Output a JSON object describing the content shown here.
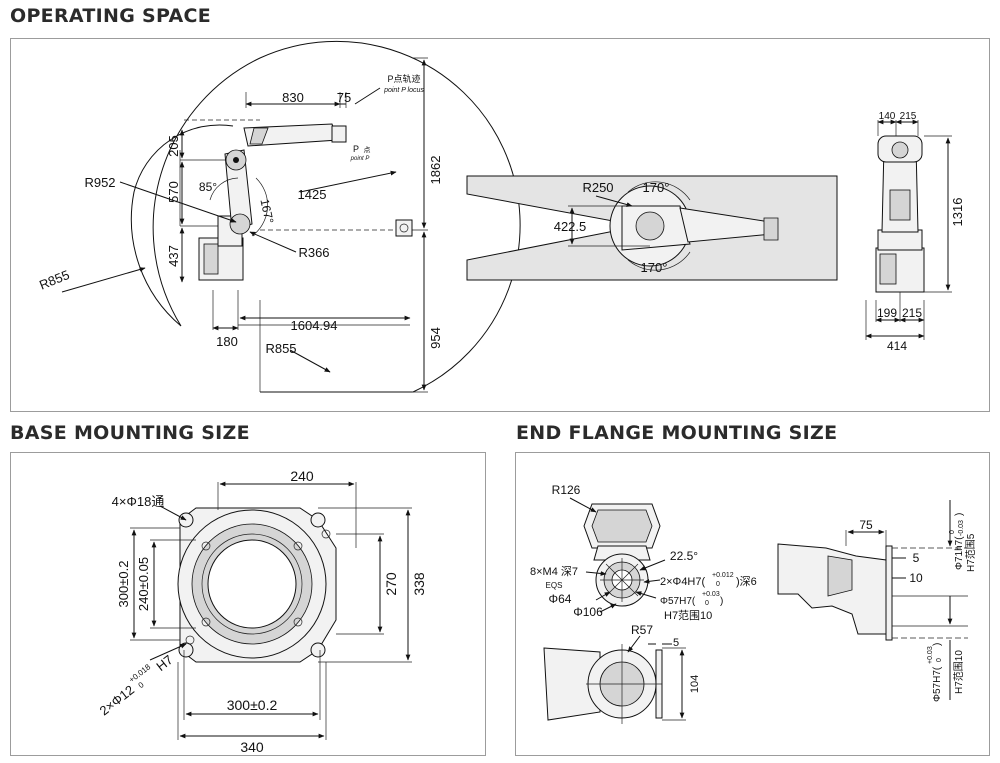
{
  "sections": {
    "operating_space": "OPERATING SPACE",
    "base_mounting": "BASE MOUNTING SIZE",
    "end_flange": "END FLANGE MOUNTING SIZE"
  },
  "operating": {
    "dims": {
      "d830": "830",
      "d75": "75",
      "d205": "205",
      "d570": "570",
      "d437": "437",
      "d1862": "1862",
      "d954": "954",
      "d1425": "1425",
      "d1604": "1604.94",
      "d180": "180",
      "r952": "R952",
      "r855a": "R855",
      "r855b": "R855",
      "r366": "R366",
      "a85": "85°",
      "a167": "167°"
    },
    "locus": {
      "cn": "P点轨迹",
      "en": "point P locus"
    },
    "point_p": {
      "label": "P",
      "cn": "点",
      "en": "point P"
    },
    "top": {
      "r250": "R250",
      "a170a": "170°",
      "a170b": "170°",
      "d4225": "422.5"
    },
    "side": {
      "d140": "140",
      "d215a": "215",
      "d1316": "1316",
      "d199": "199",
      "d215b": "215",
      "d414": "414"
    }
  },
  "base": {
    "holes": "4×Φ18通",
    "d240": "240",
    "d270": "270",
    "d338": "338",
    "d300v": "300±0.2",
    "d240v": "240±0.05",
    "d300h": "300±0.2",
    "d340": "340",
    "pin": {
      "main": "2×Φ12",
      "tol_up": "+0.018",
      "tol_dn": "0",
      "fit": "H7"
    }
  },
  "flange": {
    "r126": "R126",
    "a225": "22.5°",
    "m4": "8×M4 深7",
    "eqs": "EQS",
    "d64": "Φ64",
    "d106": "Φ106",
    "pin": {
      "main": "2×Φ4H7(",
      "tol_up": "+0.012",
      "tol_dn": "0",
      "tail": ")深6"
    },
    "bore": {
      "main": "Φ57H7(",
      "tol_up": "+0.03",
      "tol_dn": "0",
      "tail": ")"
    },
    "h7": "H7范围10",
    "r57": "R57",
    "d5a": "5",
    "d104": "104",
    "d75": "75",
    "d5b": "5",
    "d10": "10",
    "v71": {
      "main": "Φ71h7(",
      "tol_up": "0",
      "tol_dn": "-0.03",
      "tail": ")"
    },
    "v71_range": "H7范围5",
    "v57": {
      "main": "Φ57H7(",
      "tol_up": "+0.03",
      "tol_dn": "0",
      "tail": ")"
    },
    "v57_range": "H7范围10"
  }
}
